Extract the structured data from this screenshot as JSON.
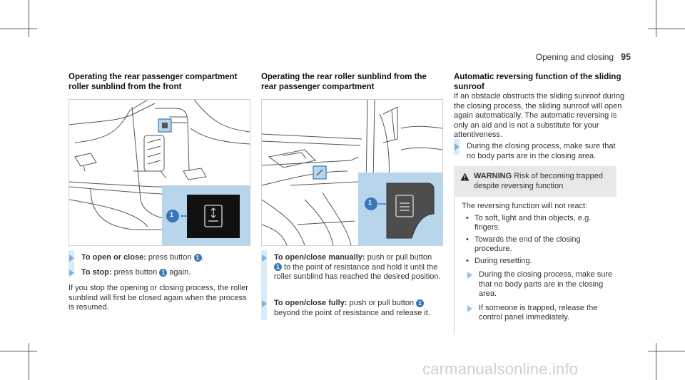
{
  "header": {
    "section": "Opening and closing",
    "page": "95"
  },
  "col1": {
    "title": "Operating the rear passenger compartment roller sunblind from the front",
    "callout": "1",
    "steps": [
      {
        "bold": "To open or close:",
        "text": " press button ",
        "num": "1",
        "tail": "."
      },
      {
        "bold": "To stop:",
        "text": " press button ",
        "num": "1",
        "tail": " again."
      }
    ],
    "para": "If you stop the opening or closing process, the roller sunblind will first be closed again when the process is resumed."
  },
  "col2": {
    "title": "Operating the rear roller sunblind from the rear passenger compartment",
    "callout": "1",
    "steps": [
      {
        "bold": "To open/close manually:",
        "text": " push or pull button ",
        "num": "1",
        "tail": " to the point of resistance and hold it until the roller sunblind has reached the desired position."
      },
      {
        "bold": "To open/close fully:",
        "text": " push or pull button ",
        "num": "1",
        "tail": " beyond the point of resistance and release it."
      }
    ]
  },
  "col3": {
    "title": "Automatic reversing function of the sliding sunroof",
    "para": "If an obstacle obstructs the sliding sunroof during the closing process, the sliding sunroof will open again automatically. The automatic reversing is only an aid and is not a substitute for your attentiveness.",
    "step": "During the closing process, make sure that no body parts are in the closing area.",
    "warning": {
      "label": "WARNING",
      "title": "Risk of becoming trapped despite reversing function",
      "intro": "The reversing function will not react:",
      "bullets": [
        "To soft, light and thin objects, e.g. fingers.",
        "Towards the end of the closing procedure.",
        "During resetting."
      ],
      "steps": [
        "During the closing process, make sure that no body parts are in the closing area.",
        "If someone is trapped, release the control panel immediately."
      ]
    }
  },
  "watermark": "carmanualsonline.info",
  "colors": {
    "accent": "#3a76b8",
    "highlight": "#b7d6ec",
    "step_bar": "#d7ebf8"
  }
}
